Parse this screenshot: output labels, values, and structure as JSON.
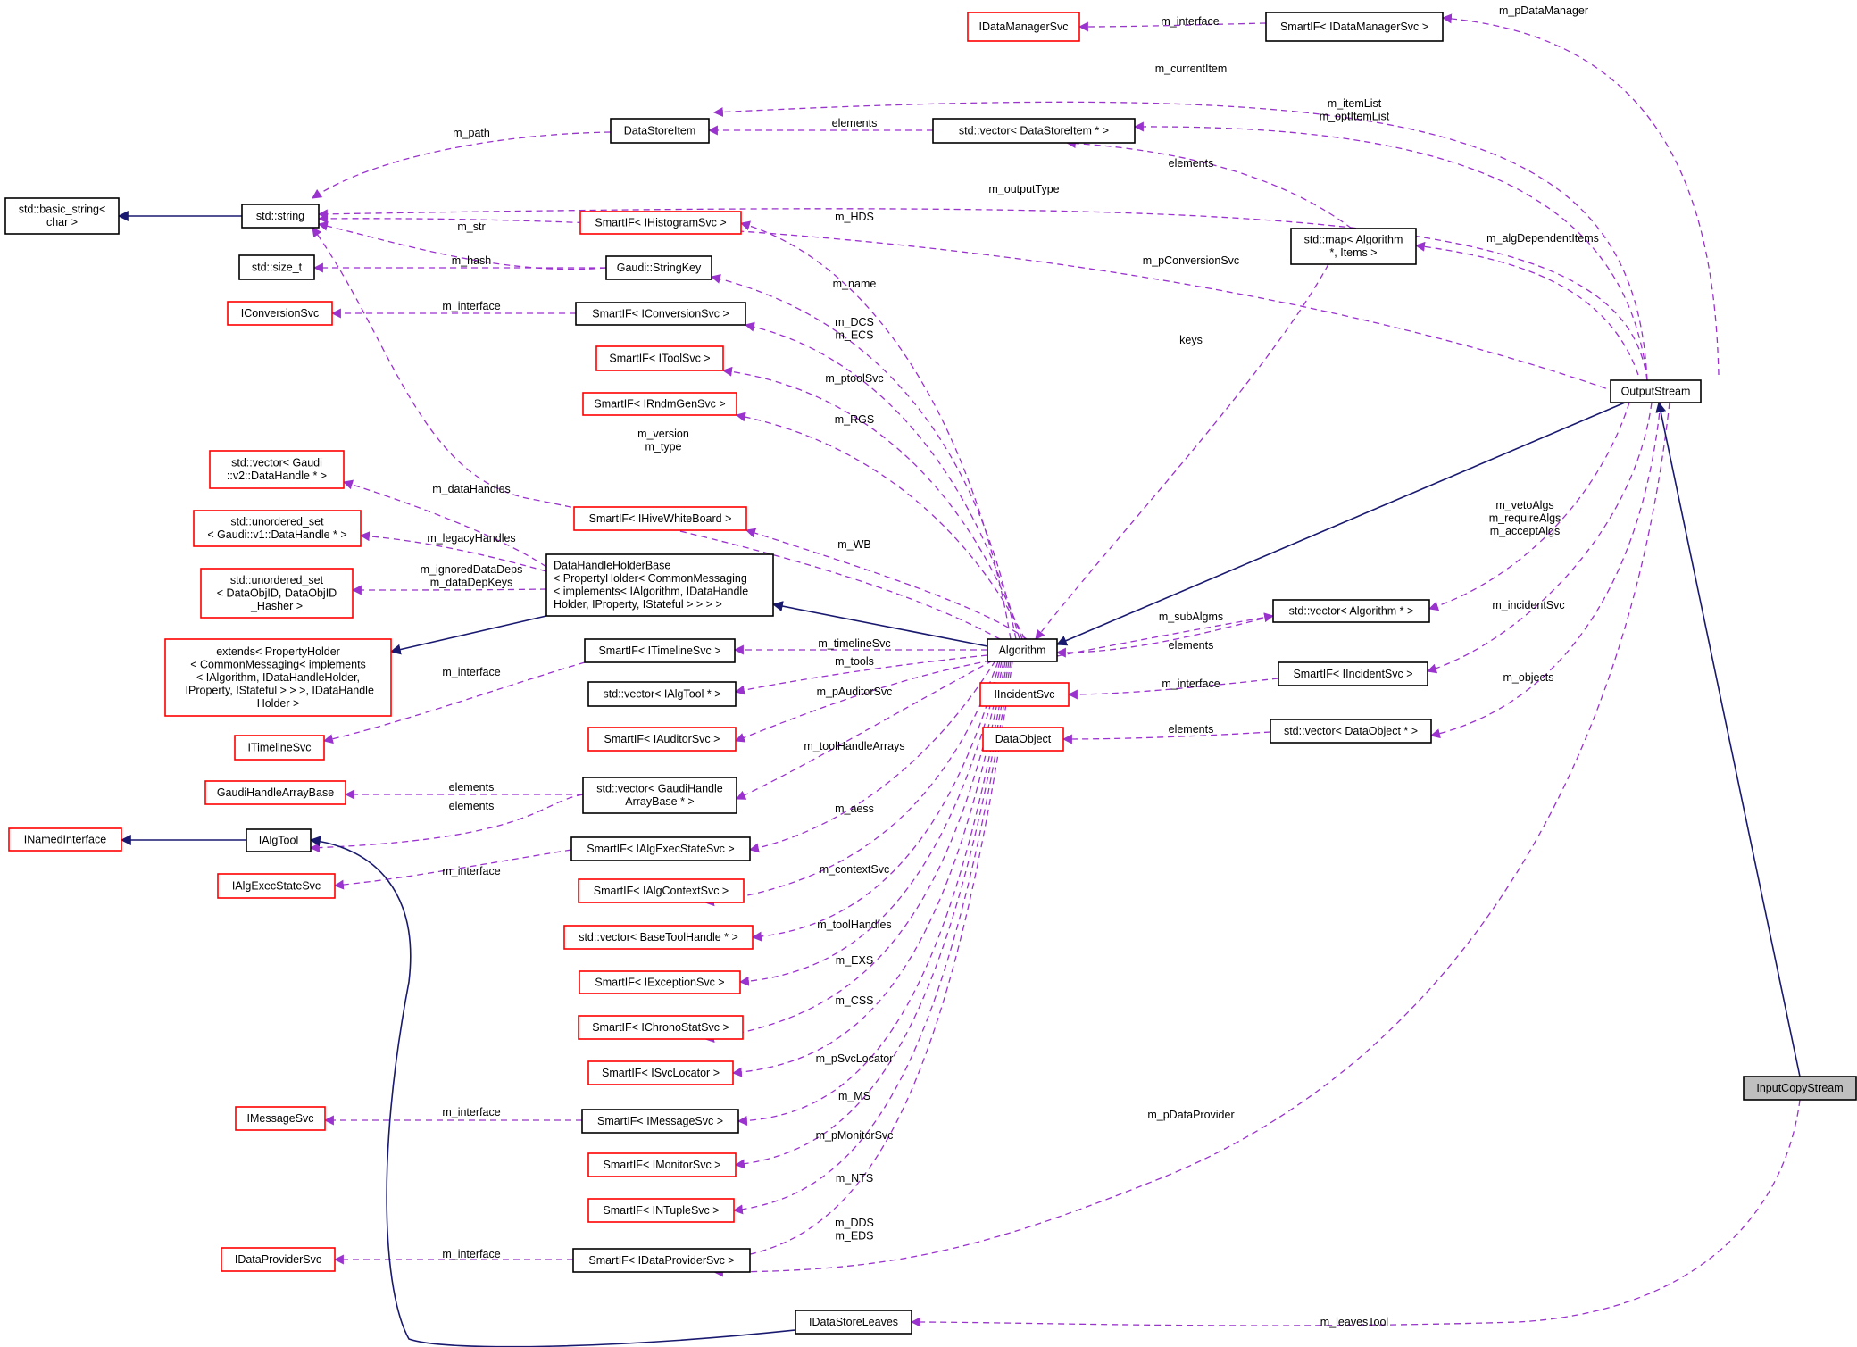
{
  "colors": {
    "external": "#ff0000",
    "documented": "#000000",
    "focus_fill": "#bfbfbf",
    "usage_edge": "#9a32cd",
    "inheritance_edge": "#191970"
  },
  "nodes": {
    "IDataManagerSvc": [
      "IDataManagerSvc"
    ],
    "SmartIF_IDataManagerSvc": [
      "SmartIF< IDataManagerSvc >"
    ],
    "DataStoreItem": [
      "DataStoreItem"
    ],
    "vector_DataStoreItem": [
      "std::vector< DataStoreItem * >"
    ],
    "basic_string": [
      "std::basic_string<",
      "char >"
    ],
    "std_string": [
      "std::string"
    ],
    "SmartIF_IHistogramSvc": [
      "SmartIF< IHistogramSvc >"
    ],
    "map_Algorithm_Items": [
      "std::map< Algorithm",
      "*, Items >"
    ],
    "size_t": [
      "std::size_t"
    ],
    "StringKey": [
      "Gaudi::StringKey"
    ],
    "IConversionSvc": [
      "IConversionSvc"
    ],
    "SmartIF_IConversionSvc": [
      "SmartIF< IConversionSvc >"
    ],
    "SmartIF_IToolSvc": [
      "SmartIF< IToolSvc >"
    ],
    "OutputStream": [
      "OutputStream"
    ],
    "SmartIF_IRndmGenSvc": [
      "SmartIF< IRndmGenSvc >"
    ],
    "vector_v2_DataHandle": [
      "std::vector< Gaudi",
      "::v2::DataHandle * >"
    ],
    "unordered_set_v1_DataHandle": [
      "std::unordered_set",
      "< Gaudi::v1::DataHandle * >"
    ],
    "SmartIF_IHiveWhiteBoard": [
      "SmartIF< IHiveWhiteBoard >"
    ],
    "DataHandleHolderBase": [
      "DataHandleHolderBase",
      "< PropertyHolder< CommonMessaging",
      "< implements< IAlgorithm, IDataHandle",
      "Holder, IProperty, IStateful > > > >"
    ],
    "unordered_set_DataObjID": [
      "std::unordered_set",
      "< DataObjID, DataObjID",
      "_Hasher >"
    ],
    "vector_Algorithm": [
      "std::vector< Algorithm * >"
    ],
    "extends_PropertyHolder": [
      "extends< PropertyHolder",
      "< CommonMessaging< implements",
      "< IAlgorithm, IDataHandleHolder,",
      " IProperty, IStateful > > >, IDataHandle",
      "Holder >"
    ],
    "SmartIF_ITimelineSvc": [
      "SmartIF< ITimelineSvc >"
    ],
    "Algorithm": [
      "Algorithm"
    ],
    "SmartIF_IIncidentSvc": [
      "SmartIF< IIncidentSvc >"
    ],
    "vector_IAlgTool": [
      "std::vector< IAlgTool * >"
    ],
    "IIncidentSvc": [
      "IIncidentSvc"
    ],
    "SmartIF_IAuditorSvc": [
      "SmartIF< IAuditorSvc >"
    ],
    "DataObject": [
      "DataObject"
    ],
    "vector_DataObject": [
      "std::vector< DataObject * >"
    ],
    "ITimelineSvc": [
      "ITimelineSvc"
    ],
    "GaudiHandleArrayBase": [
      "GaudiHandleArrayBase"
    ],
    "vector_GaudiHandleArrayBase": [
      "std::vector< GaudiHandle",
      "ArrayBase * >"
    ],
    "INamedInterface": [
      "INamedInterface"
    ],
    "IAlgTool": [
      "IAlgTool"
    ],
    "SmartIF_IAlgExecStateSvc": [
      "SmartIF< IAlgExecStateSvc >"
    ],
    "IAlgExecStateSvc": [
      "IAlgExecStateSvc"
    ],
    "SmartIF_IAlgContextSvc": [
      "SmartIF< IAlgContextSvc >"
    ],
    "vector_BaseToolHandle": [
      "std::vector< BaseToolHandle * >"
    ],
    "SmartIF_IExceptionSvc": [
      "SmartIF< IExceptionSvc >"
    ],
    "SmartIF_IChronoStatSvc": [
      "SmartIF< IChronoStatSvc >"
    ],
    "SmartIF_ISvcLocator": [
      "SmartIF< ISvcLocator >"
    ],
    "InputCopyStream": [
      "InputCopyStream"
    ],
    "IMessageSvc": [
      "IMessageSvc"
    ],
    "SmartIF_IMessageSvc": [
      "SmartIF< IMessageSvc >"
    ],
    "SmartIF_IMonitorSvc": [
      "SmartIF< IMonitorSvc >"
    ],
    "SmartIF_INTupleSvc": [
      "SmartIF< INTupleSvc >"
    ],
    "IDataProviderSvc": [
      "IDataProviderSvc"
    ],
    "SmartIF_IDataProviderSvc": [
      "SmartIF< IDataProviderSvc >"
    ],
    "IDataStoreLeaves": [
      "IDataStoreLeaves"
    ]
  },
  "edge_labels": {
    "m_pDataManager": [
      "m_pDataManager"
    ],
    "m_interface_dm": [
      "m_interface"
    ],
    "m_currentItem": [
      "m_currentItem"
    ],
    "m_itemList": [
      "m_itemList",
      "m_optItemList"
    ],
    "elements_dsi": [
      "elements"
    ],
    "m_path": [
      "m_path"
    ],
    "elements_map": [
      "elements"
    ],
    "m_outputType": [
      "m_outputType"
    ],
    "m_HDS": [
      "m_HDS"
    ],
    "m_algDependentItems": [
      "m_algDependentItems"
    ],
    "m_str": [
      "m_str"
    ],
    "m_pConversionSvc": [
      "m_pConversionSvc"
    ],
    "m_hash": [
      "m_hash"
    ],
    "m_name": [
      "m_name"
    ],
    "m_interface_conv": [
      "m_interface"
    ],
    "m_DCS": [
      "m_DCS",
      "m_ECS"
    ],
    "keys": [
      "keys"
    ],
    "m_ptoolSvc": [
      "m_ptoolSvc"
    ],
    "m_RGS": [
      "m_RGS"
    ],
    "m_version": [
      "m_version",
      "m_type"
    ],
    "m_dataHandles": [
      "m_dataHandles"
    ],
    "m_vetoAlgs": [
      "m_vetoAlgs",
      "m_requireAlgs",
      "m_acceptAlgs"
    ],
    "m_legacyHandles": [
      "m_legacyHandles"
    ],
    "m_WB": [
      "m_WB"
    ],
    "m_ignoredDataDeps": [
      "m_ignoredDataDeps",
      "m_dataDepKeys"
    ],
    "m_incidentSvc": [
      "m_incidentSvc"
    ],
    "m_subAlgms": [
      "m_subAlgms"
    ],
    "elements_alg": [
      "elements"
    ],
    "m_timelineSvc": [
      "m_timelineSvc"
    ],
    "m_tools": [
      "m_tools"
    ],
    "m_interface_tl": [
      "m_interface"
    ],
    "m_objects": [
      "m_objects"
    ],
    "m_interface_inc": [
      "m_interface"
    ],
    "m_pAuditorSvc": [
      "m_pAuditorSvc"
    ],
    "elements_do": [
      "elements"
    ],
    "m_toolHandleArrays": [
      "m_toolHandleArrays"
    ],
    "elements_gha": [
      "elements"
    ],
    "elements_tool": [
      "elements"
    ],
    "m_aess": [
      "m_aess"
    ],
    "m_interface_aes": [
      "m_interface"
    ],
    "m_contextSvc": [
      "m_contextSvc"
    ],
    "m_toolHandles": [
      "m_toolHandles"
    ],
    "m_EXS": [
      "m_EXS"
    ],
    "m_CSS": [
      "m_CSS"
    ],
    "m_pSvcLocator": [
      "m_pSvcLocator"
    ],
    "m_MS": [
      "m_MS"
    ],
    "m_interface_msg": [
      "m_interface"
    ],
    "m_pDataProvider": [
      "m_pDataProvider"
    ],
    "m_pMonitorSvc": [
      "m_pMonitorSvc"
    ],
    "m_NTS": [
      "m_NTS"
    ],
    "m_DDS": [
      "m_DDS",
      "m_EDS"
    ],
    "m_interface_dp": [
      "m_interface"
    ],
    "m_leavesTool": [
      "m_leavesTool"
    ]
  }
}
